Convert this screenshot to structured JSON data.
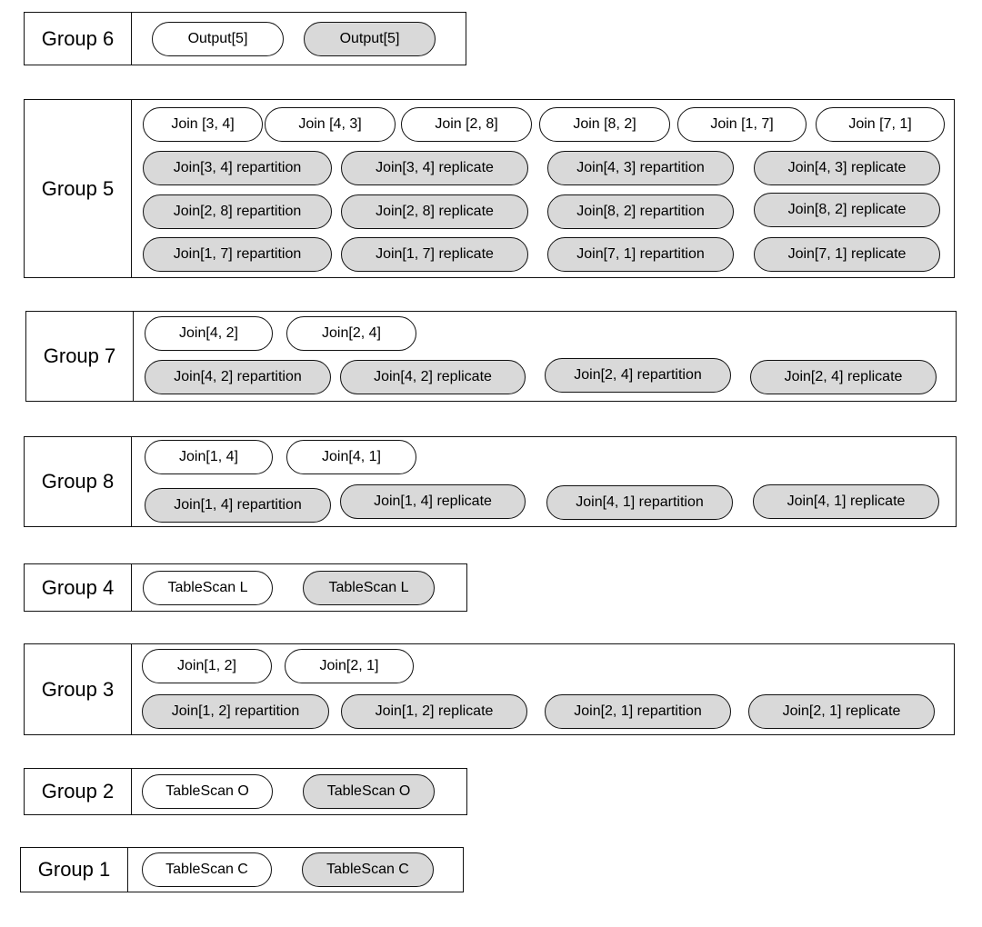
{
  "groups": [
    {
      "id": "group-6",
      "label": "Group 6",
      "logical": [
        "Output[5]"
      ],
      "physical": [
        "Output[5]"
      ]
    },
    {
      "id": "group-5",
      "label": "Group 5",
      "logical": [
        "Join [3, 4]",
        "Join [4, 3]",
        "Join [2, 8]",
        "Join [8, 2]",
        "Join [1, 7]",
        "Join [7, 1]"
      ],
      "physical": [
        "Join[3, 4] repartition",
        "Join[3, 4] replicate",
        "Join[4, 3] repartition",
        "Join[4, 3] replicate",
        "Join[2, 8] repartition",
        "Join[2, 8] replicate",
        "Join[8, 2] repartition",
        "Join[8, 2] replicate",
        "Join[1, 7] repartition",
        "Join[1, 7] replicate",
        "Join[7, 1] repartition",
        "Join[7, 1] replicate"
      ]
    },
    {
      "id": "group-7",
      "label": "Group 7",
      "logical": [
        "Join[4, 2]",
        "Join[2, 4]"
      ],
      "physical": [
        "Join[4, 2] repartition",
        "Join[4, 2] replicate",
        "Join[2, 4] repartition",
        "Join[2, 4] replicate"
      ]
    },
    {
      "id": "group-8",
      "label": "Group 8",
      "logical": [
        "Join[1, 4]",
        "Join[4, 1]"
      ],
      "physical": [
        "Join[1, 4] repartition",
        "Join[1, 4] replicate",
        "Join[4, 1] repartition",
        "Join[4, 1] replicate"
      ]
    },
    {
      "id": "group-4",
      "label": "Group 4",
      "logical": [
        "TableScan L"
      ],
      "physical": [
        "TableScan L"
      ]
    },
    {
      "id": "group-3",
      "label": "Group 3",
      "logical": [
        "Join[1, 2]",
        "Join[2, 1]"
      ],
      "physical": [
        "Join[1, 2] repartition",
        "Join[1, 2] replicate",
        "Join[2, 1] repartition",
        "Join[2, 1] replicate"
      ]
    },
    {
      "id": "group-2",
      "label": "Group 2",
      "logical": [
        "TableScan O"
      ],
      "physical": [
        "TableScan O"
      ]
    },
    {
      "id": "group-1",
      "label": "Group 1",
      "logical": [
        "TableScan C"
      ],
      "physical": [
        "TableScan C"
      ]
    }
  ],
  "colors": {
    "logical_fill": "#ffffff",
    "physical_fill": "#d9d9d9",
    "border": "#111111"
  }
}
